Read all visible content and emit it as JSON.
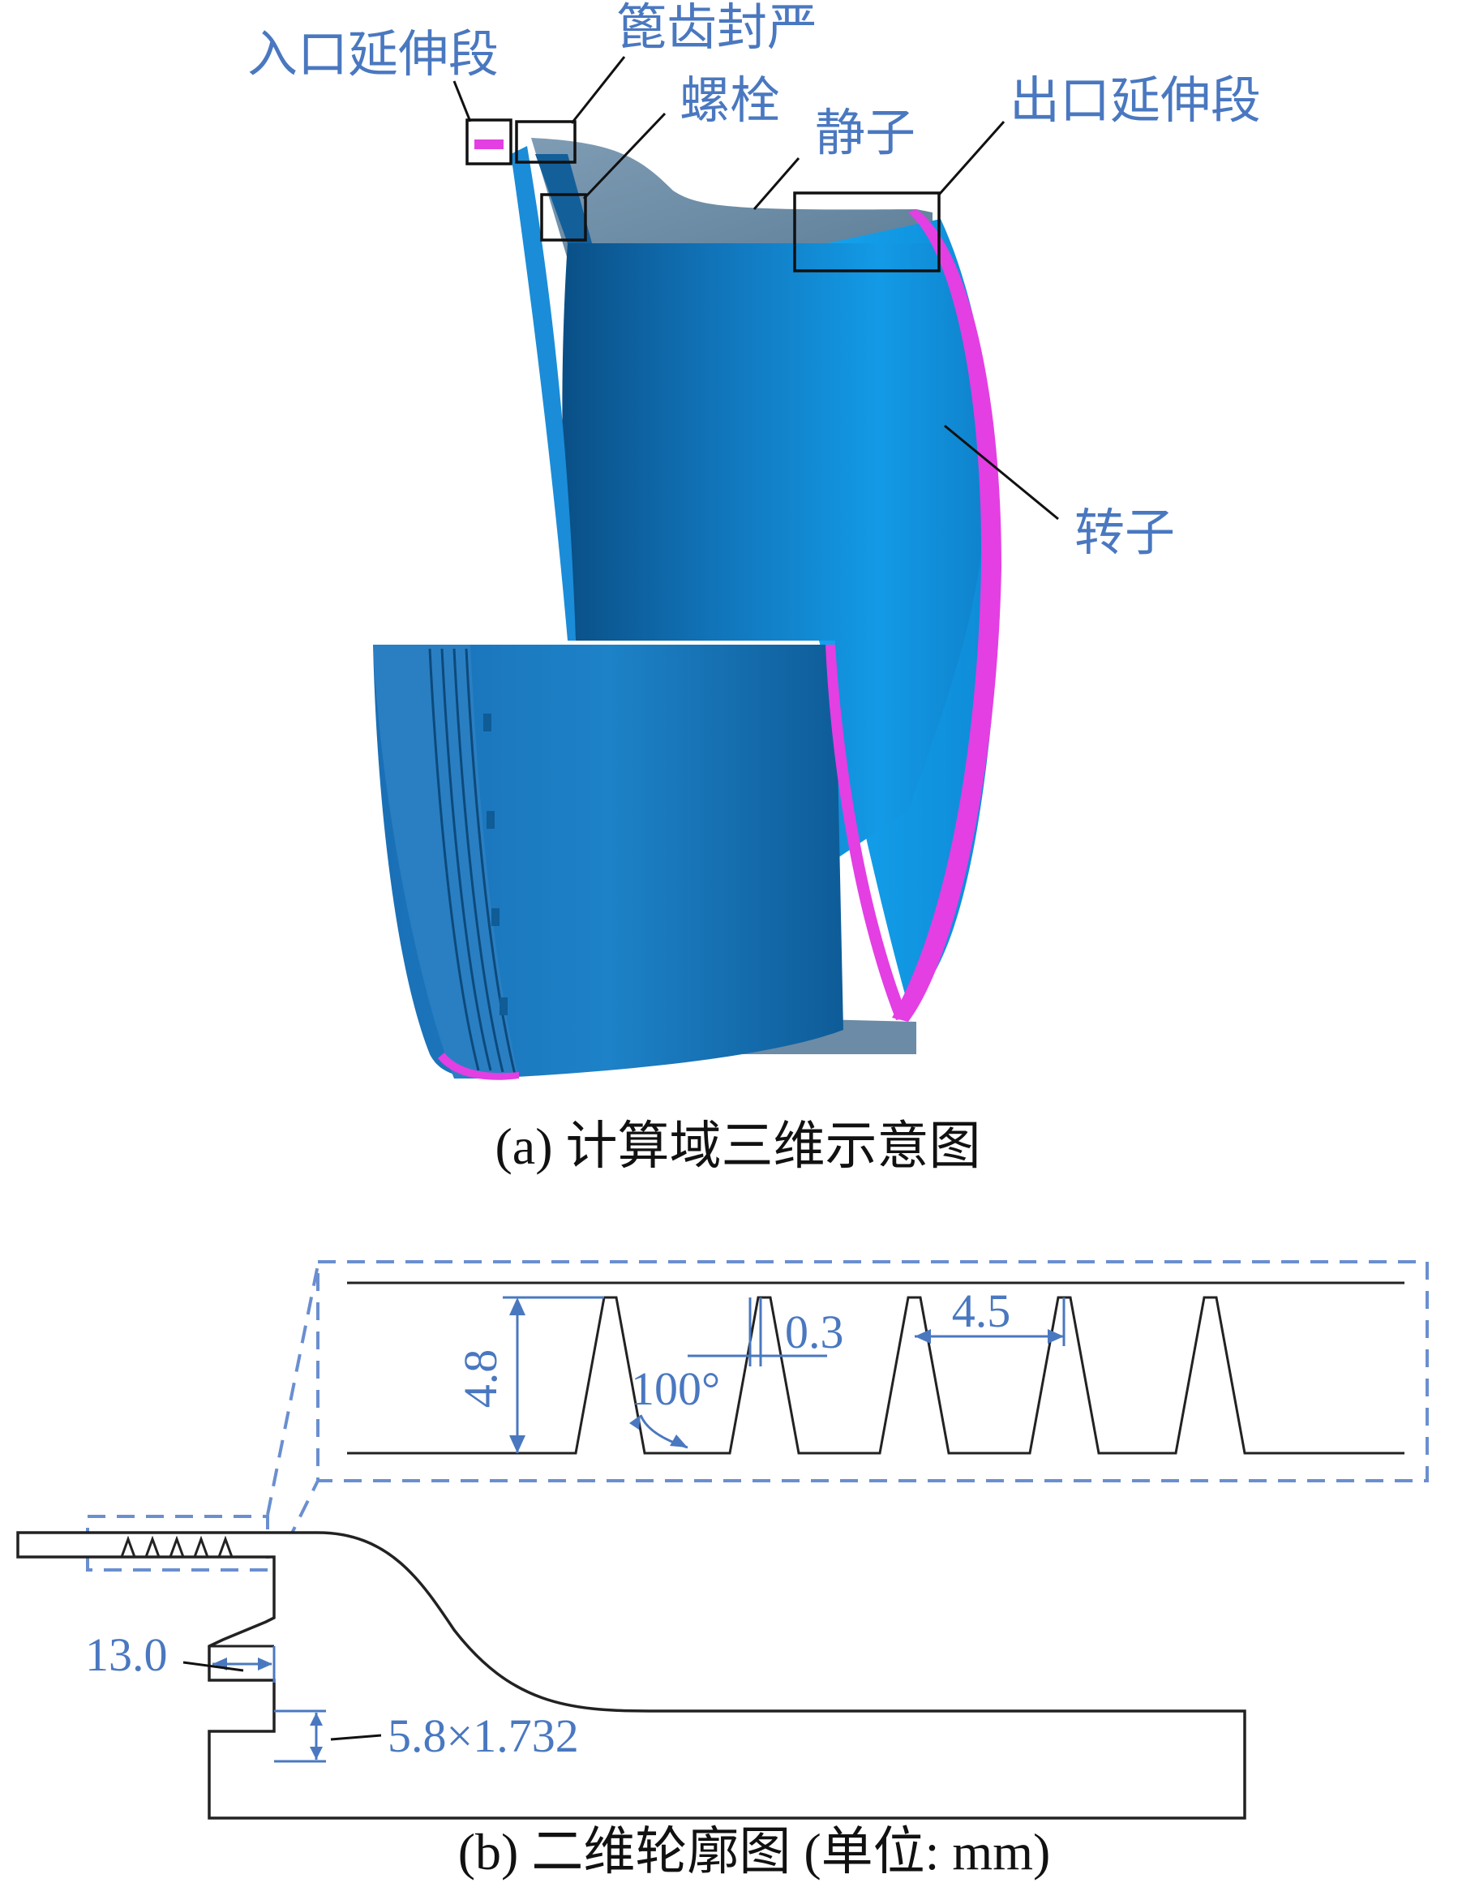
{
  "part_a": {
    "labels": {
      "inlet_extension": "入口延伸段",
      "labyrinth_seal": "篦齿封严",
      "bolt": "螺栓",
      "stator": "静子",
      "outlet_extension": "出口延伸段",
      "rotor": "转子"
    },
    "caption": "(a) 计算域三维示意图"
  },
  "part_b": {
    "dimensions": {
      "tooth_height": "4.8",
      "tooth_tip_width": "0.3",
      "tooth_pitch": "4.5",
      "tooth_angle": "100°",
      "bolt_height": "13.0",
      "bolt_width": "5.8×1.732"
    },
    "caption": "(b) 二维轮廓图 (单位: mm)"
  },
  "colors": {
    "label_blue": "#4a78c0",
    "body_blue": "#1e90d8",
    "magenta_face": "#e040e0"
  }
}
